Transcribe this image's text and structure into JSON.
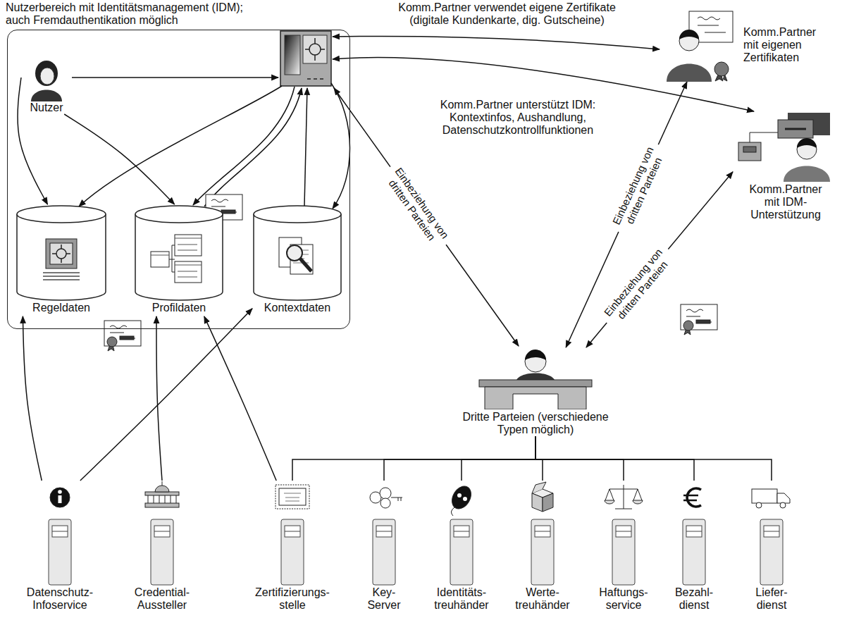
{
  "diagram": {
    "nodes": [
      {
        "text": [
          "Nutzerbereich mit Identitätsmanagement (IDM); auch Fremdauthentikation möglich"
        ]
      },
      {
        "text": [
          "Nutzer"
        ],
        "in": 0
      },
      {
        "text": [
          "Regeldaten"
        ],
        "in": 0
      },
      {
        "text": [
          "Profildaten"
        ],
        "in": 0
      },
      {
        "text": [
          "Kontextdaten"
        ],
        "in": 0
      },
      {
        "text": [
          "Komm.Partner mit eigenen Zertifikaten"
        ]
      },
      {
        "text": [
          "Komm.Partner mit IDM- Unterstützung"
        ]
      },
      {
        "text": [
          "Dritte Parteien (verschiedene Typen möglich)"
        ]
      },
      {
        "text": [
          "Datenschutz- Infoservice"
        ]
      },
      {
        "text": [
          "Credential- Aussteller"
        ]
      },
      {
        "text": [
          "Zertifizierungs- stelle"
        ]
      },
      {
        "text": [
          "Key- Server"
        ]
      },
      {
        "text": [
          "Identitäts- treuhänder"
        ]
      },
      {
        "text": [
          "Werte- treuhänder"
        ]
      },
      {
        "text": [
          "Haftungs- service"
        ]
      },
      {
        "text": [
          "Bezahl- dienst"
        ]
      },
      {
        "text": [
          "Liefer- dienst"
        ]
      }
    ],
    "edges": [
      {
        "from": 1,
        "to": 2,
        "arrow": "to"
      },
      {
        "from": 1,
        "to": 3,
        "arrow": "to"
      },
      {
        "from": 8,
        "to": 2,
        "arrow": "to"
      },
      {
        "from": 8,
        "to": 4,
        "arrow": "to"
      },
      {
        "from": 9,
        "to": 3,
        "arrow": "to"
      },
      {
        "from": 10,
        "to": 3,
        "arrow": "to"
      },
      {
        "from": 7,
        "to": 5,
        "label": "Einbeziehung von dritten Parteien",
        "arrow": "both"
      },
      {
        "from": 7,
        "to": 6,
        "label": "Einbeziehung von dritten Parteien",
        "arrow": "both"
      },
      {
        "from": 7,
        "to": 10,
        "arrow": "none"
      },
      {
        "from": 7,
        "to": 11,
        "arrow": "none"
      },
      {
        "from": 7,
        "to": 12,
        "arrow": "none"
      },
      {
        "from": 7,
        "to": 13,
        "arrow": "none"
      },
      {
        "from": 7,
        "to": 14,
        "arrow": "none"
      },
      {
        "from": 7,
        "to": 15,
        "arrow": "none"
      },
      {
        "from": 7,
        "to": 16,
        "arrow": "none"
      }
    ],
    "labels": [
      "Komm.Partner verwendet eigene Zertifikate (digitale Kundenkarte, dig. Gutscheine)",
      "Komm.Partner unterstützt IDM: Kontextinfos, Aushandlung, Datenschutzkontrollfunktionen",
      "Einbeziehung von dritten Parteien"
    ]
  }
}
